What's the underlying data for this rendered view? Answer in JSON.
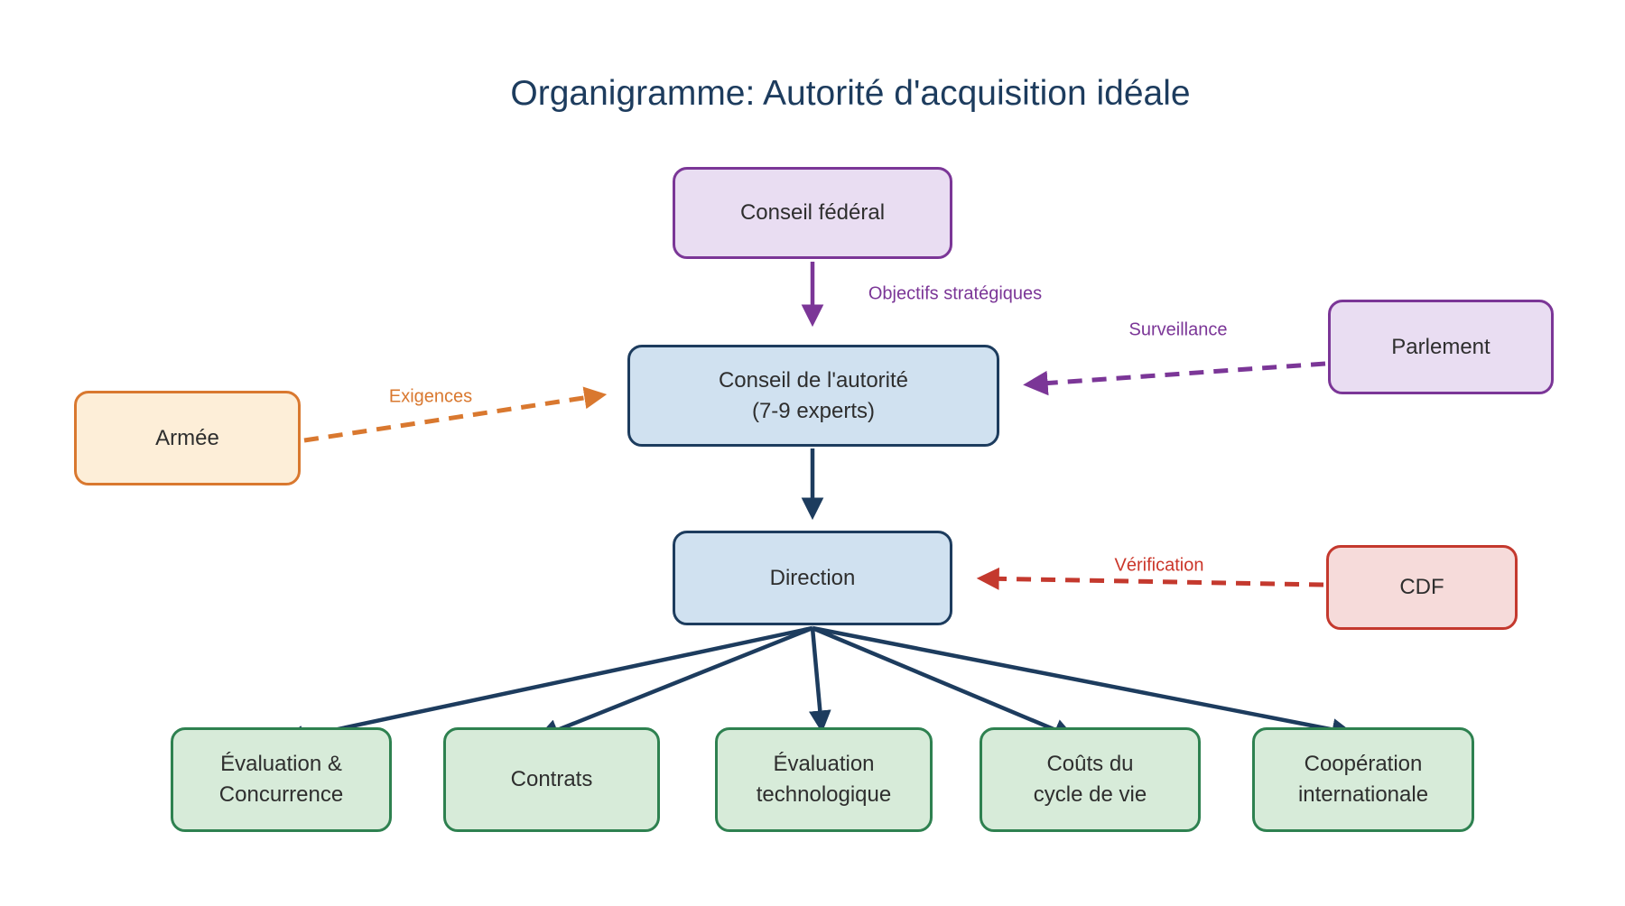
{
  "title": "Organigramme: Autorité d'acquisition idéale",
  "diagram_type": "org-flowchart",
  "nodes": {
    "conseil_federal": {
      "label": "Conseil fédéral"
    },
    "conseil_autorite": {
      "line1": "Conseil de l'autorité",
      "line2": "(7-9 experts)"
    },
    "direction": {
      "label": "Direction"
    },
    "armee": {
      "label": "Armée"
    },
    "parlement": {
      "label": "Parlement"
    },
    "cdf": {
      "label": "CDF"
    },
    "evaluation_concurrence": {
      "line1": "Évaluation &",
      "line2": "Concurrence"
    },
    "contrats": {
      "label": "Contrats"
    },
    "evaluation_technologique": {
      "line1": "Évaluation",
      "line2": "technologique"
    },
    "couts_cycle_vie": {
      "line1": "Coûts du",
      "line2": "cycle de vie"
    },
    "cooperation_internationale": {
      "line1": "Coopération",
      "line2": "internationale"
    }
  },
  "edges": {
    "objectifs_strategiques": {
      "label": "Objectifs stratégiques",
      "from": "conseil_federal",
      "to": "conseil_autorite",
      "style": "solid"
    },
    "exigences": {
      "label": "Exigences",
      "from": "armee",
      "to": "conseil_autorite",
      "style": "dashed"
    },
    "surveillance": {
      "label": "Surveillance",
      "from": "parlement",
      "to": "conseil_autorite",
      "style": "dashed"
    },
    "conseil_to_direction": {
      "from": "conseil_autorite",
      "to": "direction",
      "style": "solid"
    },
    "verification": {
      "label": "Vérification",
      "from": "cdf",
      "to": "direction",
      "style": "dashed"
    },
    "direction_to_divisions": {
      "from": "direction",
      "to": [
        "evaluation_concurrence",
        "contrats",
        "evaluation_technologique",
        "couts_cycle_vie",
        "cooperation_internationale"
      ],
      "style": "solid"
    }
  },
  "colors": {
    "navy": "#1d3c5e",
    "blue-fill": "#d0e1f0",
    "purple": "#7b3697",
    "purple-fill": "#e9ddf2",
    "orange": "#d9782f",
    "orange-fill": "#fdeed8",
    "red": "#c4392e",
    "red-fill": "#f6dbda",
    "green": "#2e8150",
    "green-fill": "#d7ebd9",
    "text": "#2e2e2e"
  }
}
